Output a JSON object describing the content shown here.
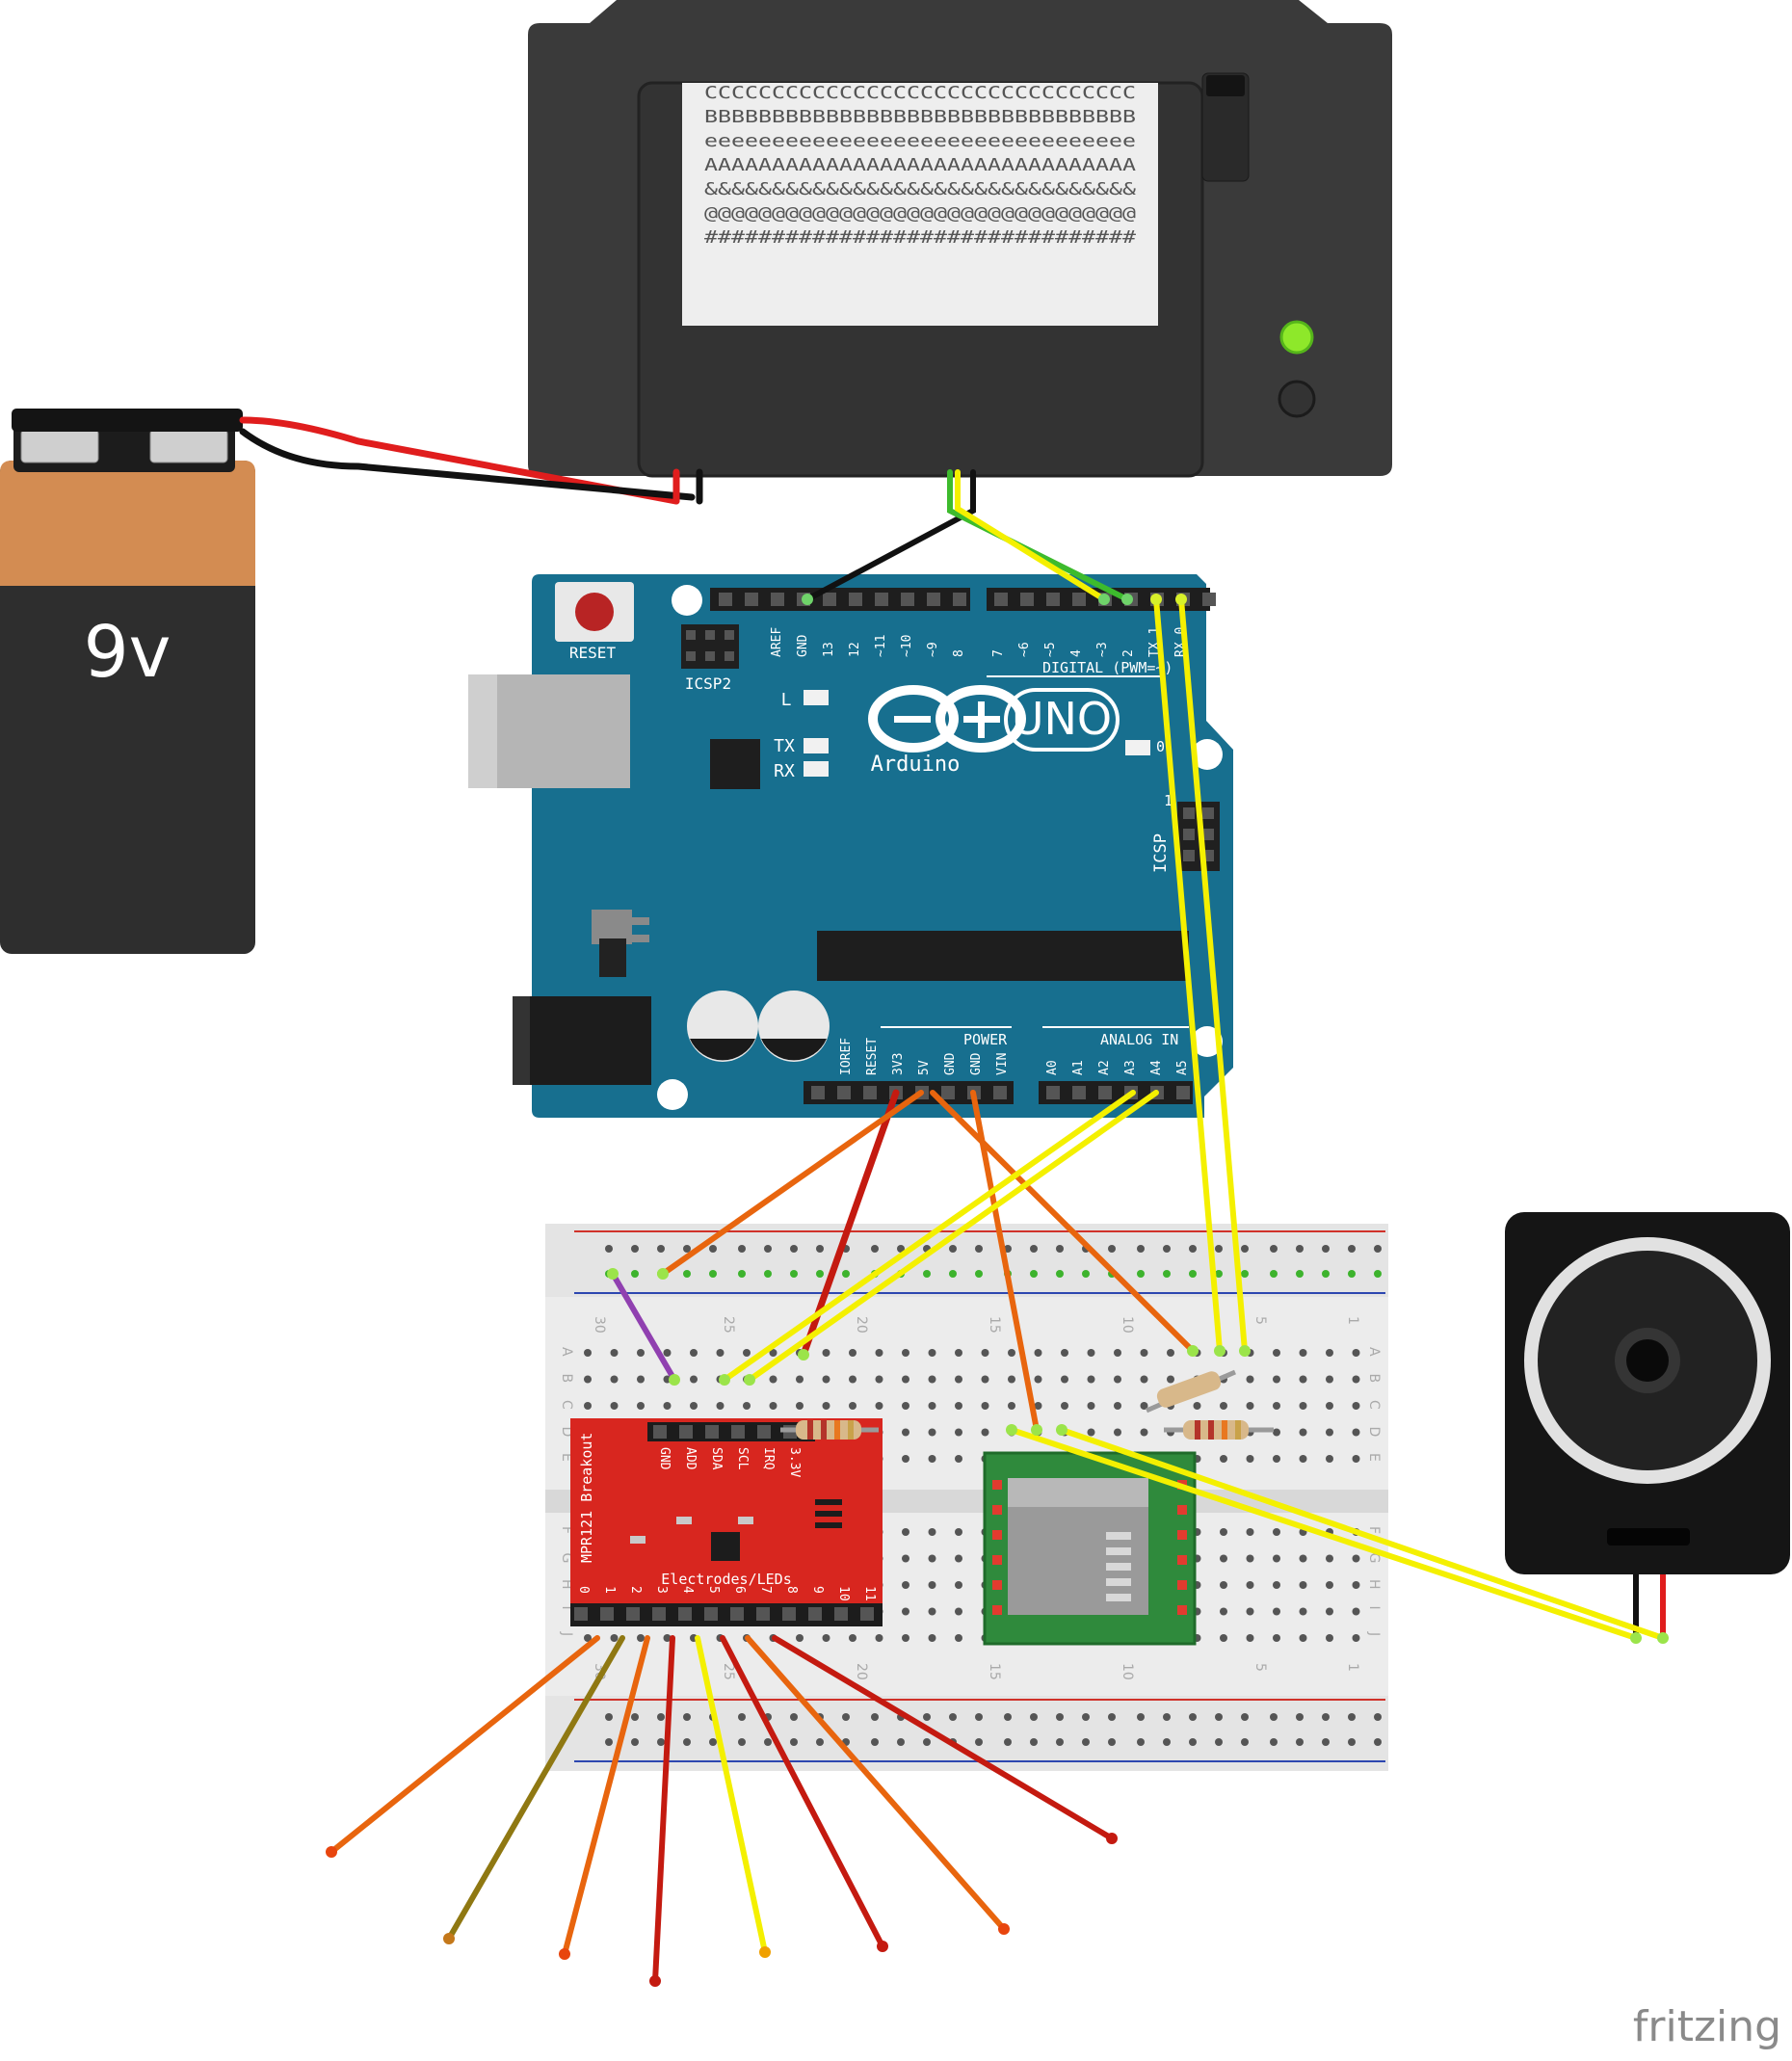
{
  "battery": {
    "label": "9v"
  },
  "printer": {
    "paper_rows": [
      "CCCCCCCCCCCCCCCCCCCCCCCCCCCCCCCC",
      "BBBBBBBBBBBBBBBBBBBBBBBBBBBBBBBB",
      "eeeeeeeeeeeeeeeeeeeeeeeeeeeeeeee",
      "AAAAAAAAAAAAAAAAAAAAAAAAAAAAAAAA",
      "&&&&&&&&&&&&&&&&&&&&&&&&&&&&&&&&",
      "@@@@@@@@@@@@@@@@@@@@@@@@@@@@@@@@",
      "################################"
    ]
  },
  "arduino": {
    "reset_label": "RESET",
    "icsp2_label": "ICSP2",
    "icsp_label": "ICSP",
    "model_label": "UNO",
    "brand_label": "Arduino",
    "digital_label": "DIGITAL (PWM=~)",
    "power_label": "POWER",
    "analog_label": "ANALOG IN",
    "led_l": "L",
    "led_tx": "TX",
    "led_rx": "RX",
    "pin_one": "1",
    "pin_zero": "0",
    "top_pins_left": [
      "AREF",
      "GND",
      "13",
      "12",
      "~11",
      "~10",
      "~9",
      "8"
    ],
    "top_pins_right": [
      "7",
      "~6",
      "~5",
      "4",
      "~3",
      "2",
      "TX 1",
      "RX 0"
    ],
    "power_pins": [
      "IOREF",
      "RESET",
      "3V3",
      "5V",
      "GND",
      "GND",
      "VIN"
    ],
    "analog_pins": [
      "A0",
      "A1",
      "A2",
      "A3",
      "A4",
      "A5"
    ]
  },
  "breadboard": {
    "col_numbers": [
      "30",
      "25",
      "20",
      "15",
      "10",
      "5",
      "1"
    ],
    "row_letters_top": [
      "A",
      "B",
      "C",
      "D",
      "E"
    ],
    "row_letters_bottom": [
      "F",
      "G",
      "H",
      "I",
      "J"
    ]
  },
  "mpr121": {
    "title": "MPR121 Breakout",
    "footer": "Electrodes/LEDs",
    "top_pins": [
      "GND",
      "ADD",
      "SDA",
      "SCL",
      "IRQ",
      "3.3V"
    ],
    "electrodes": [
      "0",
      "1",
      "2",
      "3",
      "4",
      "5",
      "6",
      "7",
      "8",
      "9",
      "10",
      "11"
    ]
  },
  "logo": {
    "text": "fritzing"
  },
  "colors": {
    "board_blue": "#176f8f",
    "breakout_red": "#d8261f",
    "printer_body": "#3a3a3a",
    "wire_yellow": "#f4f000",
    "wire_orange": "#e8650e",
    "wire_darkred": "#c41a10",
    "wire_green": "#3dbb2d",
    "wire_purple": "#9040b0",
    "wire_olive": "#8f7812"
  }
}
